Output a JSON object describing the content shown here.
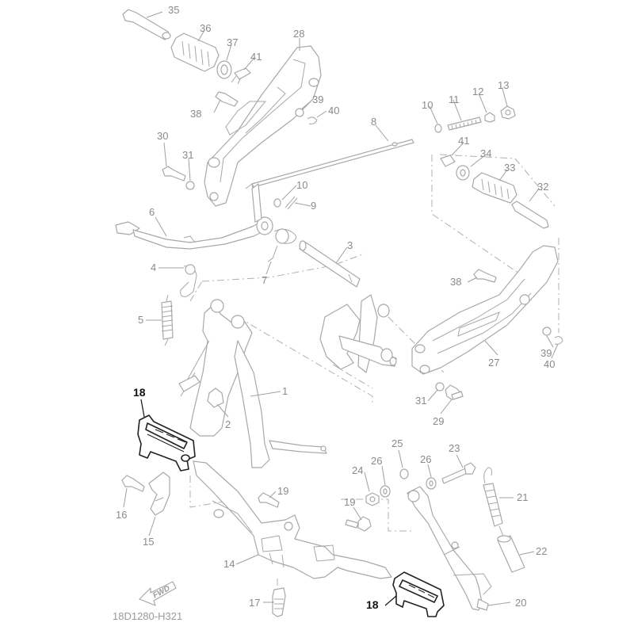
{
  "diagram": {
    "code": "18D1280-H321",
    "fwd_label": "FWD",
    "highlight_color": "#222222",
    "line_color": "#a8a8a8",
    "highlighted_parts": [
      "18"
    ]
  },
  "callouts": [
    {
      "id": "c35",
      "label": "35"
    },
    {
      "id": "c36",
      "label": "36"
    },
    {
      "id": "c28",
      "label": "28"
    },
    {
      "id": "c37",
      "label": "37"
    },
    {
      "id": "c41a",
      "label": "41"
    },
    {
      "id": "c38a",
      "label": "38"
    },
    {
      "id": "c39a",
      "label": "39"
    },
    {
      "id": "c40a",
      "label": "40"
    },
    {
      "id": "c10a",
      "label": "10"
    },
    {
      "id": "c11",
      "label": "11"
    },
    {
      "id": "c12",
      "label": "12"
    },
    {
      "id": "c13",
      "label": "13"
    },
    {
      "id": "c8",
      "label": "8"
    },
    {
      "id": "c30",
      "label": "30"
    },
    {
      "id": "c31a",
      "label": "31"
    },
    {
      "id": "c41b",
      "label": "41"
    },
    {
      "id": "c34",
      "label": "34"
    },
    {
      "id": "c33",
      "label": "33"
    },
    {
      "id": "c32",
      "label": "32"
    },
    {
      "id": "c10b",
      "label": "10"
    },
    {
      "id": "c9",
      "label": "9"
    },
    {
      "id": "c6",
      "label": "6"
    },
    {
      "id": "c3",
      "label": "3"
    },
    {
      "id": "c4",
      "label": "4"
    },
    {
      "id": "c7",
      "label": "7"
    },
    {
      "id": "c38b",
      "label": "38"
    },
    {
      "id": "c5",
      "label": "5"
    },
    {
      "id": "c39b",
      "label": "39"
    },
    {
      "id": "c40b",
      "label": "40"
    },
    {
      "id": "c27",
      "label": "27"
    },
    {
      "id": "c1",
      "label": "1"
    },
    {
      "id": "c18a",
      "label": "18"
    },
    {
      "id": "c2",
      "label": "2"
    },
    {
      "id": "c31b",
      "label": "31"
    },
    {
      "id": "c29",
      "label": "29"
    },
    {
      "id": "c25",
      "label": "25"
    },
    {
      "id": "c24",
      "label": "24"
    },
    {
      "id": "c26a",
      "label": "26"
    },
    {
      "id": "c26b",
      "label": "26"
    },
    {
      "id": "c23",
      "label": "23"
    },
    {
      "id": "c19a",
      "label": "19"
    },
    {
      "id": "c16",
      "label": "16"
    },
    {
      "id": "c21",
      "label": "21"
    },
    {
      "id": "c19b",
      "label": "19"
    },
    {
      "id": "c15",
      "label": "15"
    },
    {
      "id": "c22",
      "label": "22"
    },
    {
      "id": "c14",
      "label": "14"
    },
    {
      "id": "c17",
      "label": "17"
    },
    {
      "id": "c18b",
      "label": "18"
    },
    {
      "id": "c20",
      "label": "20"
    }
  ]
}
